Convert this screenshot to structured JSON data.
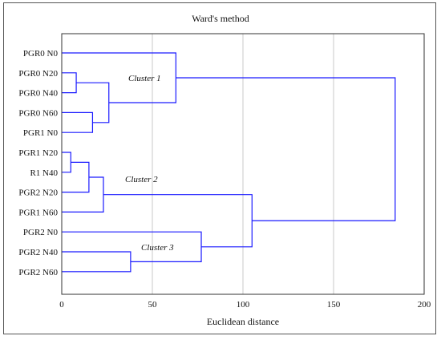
{
  "chart_data": {
    "type": "dendrogram",
    "title": "Ward's method",
    "xlabel": "Euclidean distance",
    "ylabel": "",
    "xlim": [
      0,
      200
    ],
    "x_ticks": [
      0,
      50,
      100,
      150,
      200
    ],
    "grid": true,
    "orientation": "horizontal",
    "leaves": [
      "PGR0 N0",
      "PGR0 N20",
      "PGR0 N40",
      "PGR0 N60",
      "PGR1 N0",
      "PGR1 N20",
      "R1 N40",
      "PGR2 N20",
      "PGR1 N60",
      "PGR2 N0",
      "PGR2 N40",
      "PGR2 N60"
    ],
    "merges": [
      {
        "left": "PGR1 N20",
        "right": "R1 N40",
        "height": 5
      },
      {
        "left": "PGR0 N20",
        "right": "PGR0 N40",
        "height": 8
      },
      {
        "left": "PGR2 N20",
        "right": "m1",
        "height": 15
      },
      {
        "left": "PGR0 N60",
        "right": "PGR1 N0",
        "height": 17
      },
      {
        "left": "PGR1 N60",
        "right": "m3",
        "height": 23
      },
      {
        "left": "m2",
        "right": "m4",
        "height": 26
      },
      {
        "left": "PGR2 N40",
        "right": "PGR2 N60",
        "height": 38
      },
      {
        "left": "PGR0 N0",
        "right": "m6",
        "height": 63
      },
      {
        "left": "PGR2 N0",
        "right": "m7",
        "height": 77
      },
      {
        "left": "m5",
        "right": "m9",
        "height": 105
      },
      {
        "left": "m8",
        "right": "m10",
        "height": 184
      }
    ],
    "annotations": [
      "Cluster 1",
      "Cluster 2",
      "Cluster 3"
    ],
    "line_color": "#1a1aff",
    "grid_color": "#c8c8c8"
  }
}
